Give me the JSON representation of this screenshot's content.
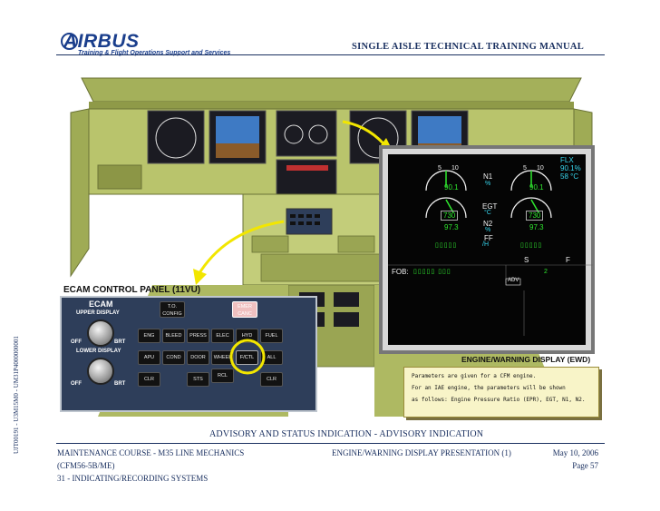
{
  "header": {
    "logo_text": "AIRBUS",
    "logo_subtitle": "Training & Flight Operations Support and Services",
    "manual_title": "SINGLE AISLE TECHNICAL TRAINING MANUAL",
    "side_code": "UJT00191 - U3M15M0 - UM31P4000000001"
  },
  "figure": {
    "ecam_panel_title": "ECAM CONTROL PANEL (11VU)",
    "ecam_panel": {
      "name": "ECAM",
      "upper_display": "UPPER DISPLAY",
      "lower_display": "LOWER DISPLAY",
      "off": "OFF",
      "brt": "BRT",
      "to_config": [
        "T.O.",
        "CONFIG"
      ],
      "emer_canc": [
        "EMER",
        "CANC"
      ],
      "row1": [
        "ENG",
        "BLEED",
        "PRESS",
        "ELEC",
        "HYD",
        "FUEL"
      ],
      "row2": [
        "APU",
        "COND",
        "DOOR",
        "WHEEL",
        "F/CTL",
        "ALL"
      ],
      "row3": [
        "CLR",
        "STS",
        "RCL",
        "CLR"
      ]
    },
    "ewd": {
      "n1_label": "N1",
      "n1_unit": "%",
      "n1_left": "90.1",
      "n1_right": "90.1",
      "egt_label": "EGT",
      "egt_unit": "°C",
      "egt_left": "730",
      "egt_right": "730",
      "n2_label": "N2",
      "n2_unit": "%",
      "n2_left": "97.3",
      "n2_right": "97.3",
      "ff_label": "FF",
      "ff_unit": "/H",
      "flx_label": "FLX",
      "flx_pct": "90.1%",
      "flx_temp": "58 °C",
      "scale_5": "5",
      "scale_10": "10",
      "fob": "FOB:",
      "s_label": "S",
      "f_label": "F",
      "flap_val": "2",
      "adv": "ADV"
    },
    "ewd_title": "ENGINE/WARNING DISPLAY (EWD)",
    "note_lines": [
      "Parameters are given for a CFM engine.",
      "For an IAE engine, the parameters will be shown",
      "as follows: Engine Pressure Ratio (EPR), EGT, N1, N2."
    ],
    "caption": "ADVISORY AND STATUS INDICATION - ADVISORY INDICATION"
  },
  "footer": {
    "course": "MAINTENANCE COURSE - M35 LINE MECHANICS",
    "engine": "(CFM56-5B/ME)",
    "chapter": "31 - INDICATING/RECORDING SYSTEMS",
    "presentation": "ENGINE/WARNING DISPLAY PRESENTATION (1)",
    "date": "May 10, 2006",
    "page": "Page 57"
  },
  "colors": {
    "brand": "#1a3e8c",
    "cockpit": "#b7c36a",
    "ecam_panel": "#2e3e5a",
    "highlight_ring": "#f2e600",
    "arrow": "#f2e600"
  }
}
